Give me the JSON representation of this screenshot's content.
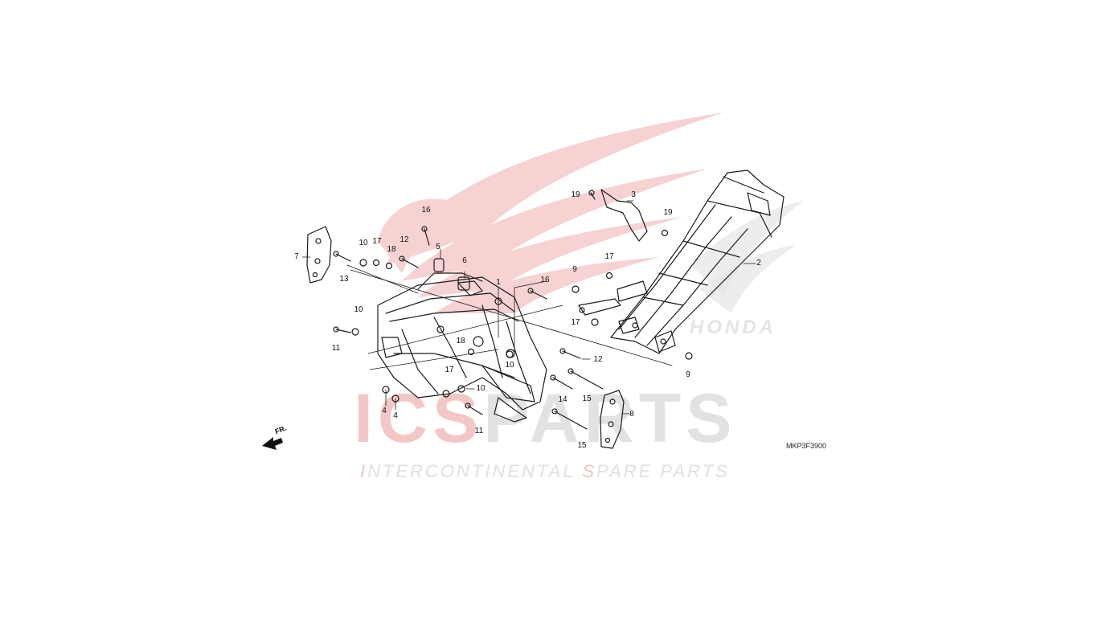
{
  "diagram": {
    "drawing_code": "MKP3F3900",
    "direction_label": "FR.",
    "callouts": [
      "1",
      "2",
      "3",
      "4",
      "4",
      "5",
      "6",
      "7",
      "8",
      "9",
      "9",
      "10",
      "10",
      "10",
      "10",
      "11",
      "11",
      "12",
      "12",
      "13",
      "14",
      "15",
      "15",
      "16",
      "16",
      "17",
      "17",
      "17",
      "17",
      "18",
      "18",
      "19",
      "19"
    ]
  },
  "watermark": {
    "brand_red": "ICS",
    "brand_grey": "PARTS",
    "tagline_parts": [
      {
        "text": "I",
        "red": true
      },
      {
        "text": "NTERCONTINENTAL ",
        "red": false
      },
      {
        "text": "S",
        "red": true
      },
      {
        "text": "PARE PARTS",
        "red": false
      }
    ],
    "honda_text": "HONDA",
    "colors": {
      "red": "#f4c7c7",
      "grey": "#e2e2e2"
    }
  }
}
